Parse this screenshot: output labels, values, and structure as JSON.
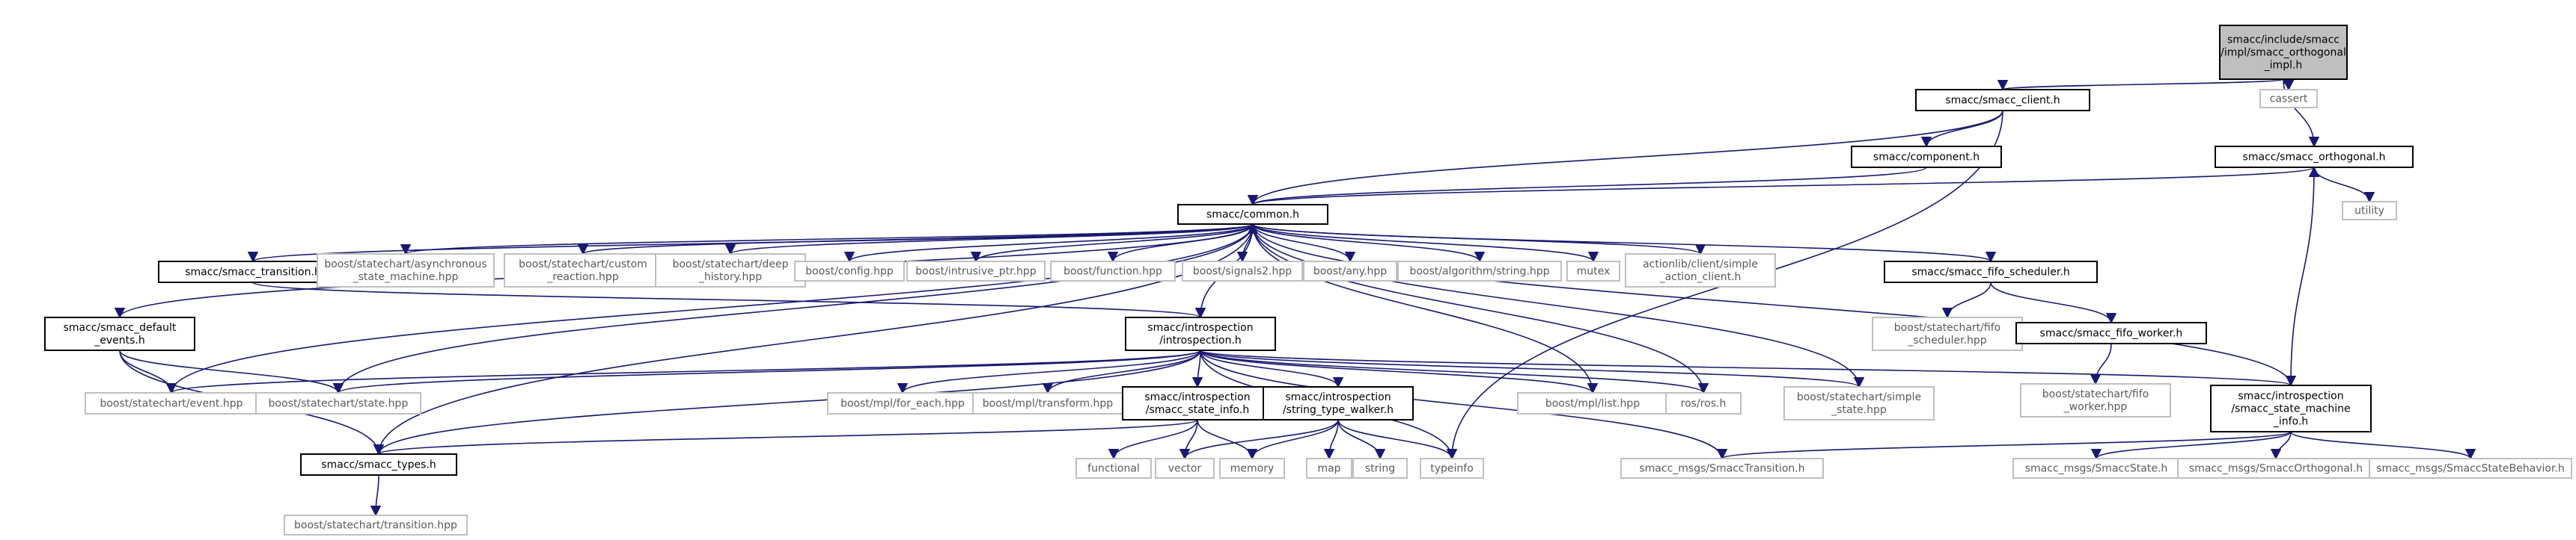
{
  "nodes": [
    {
      "id": "root",
      "lines": [
        "smacc/include/smacc",
        "/impl/smacc_orthogonal",
        "_impl.h"
      ],
      "style": "root"
    },
    {
      "id": "client",
      "lines": [
        "smacc/smacc_client.h"
      ],
      "style": "solid"
    },
    {
      "id": "cassert",
      "lines": [
        "cassert"
      ],
      "style": "gray"
    },
    {
      "id": "component",
      "lines": [
        "smacc/component.h"
      ],
      "style": "solid"
    },
    {
      "id": "orthogonal",
      "lines": [
        "smacc/smacc_orthogonal.h"
      ],
      "style": "solid"
    },
    {
      "id": "utility",
      "lines": [
        "utility"
      ],
      "style": "gray"
    },
    {
      "id": "common",
      "lines": [
        "smacc/common.h"
      ],
      "style": "solid"
    },
    {
      "id": "default_events",
      "lines": [
        "smacc/smacc_default",
        "_events.h"
      ],
      "style": "solid"
    },
    {
      "id": "transition",
      "lines": [
        "smacc/smacc_transition.h"
      ],
      "style": "solid"
    },
    {
      "id": "async_sm",
      "lines": [
        "boost/statechart/asynchronous",
        "_state_machine.hpp"
      ],
      "style": "gray"
    },
    {
      "id": "custom_reaction",
      "lines": [
        "boost/statechart/custom",
        "_reaction.hpp"
      ],
      "style": "gray"
    },
    {
      "id": "deep_history",
      "lines": [
        "boost/statechart/deep",
        "_history.hpp"
      ],
      "style": "gray"
    },
    {
      "id": "config",
      "lines": [
        "boost/config.hpp"
      ],
      "style": "gray"
    },
    {
      "id": "intrusive_ptr",
      "lines": [
        "boost/intrusive_ptr.hpp"
      ],
      "style": "gray"
    },
    {
      "id": "function",
      "lines": [
        "boost/function.hpp"
      ],
      "style": "gray"
    },
    {
      "id": "signals2",
      "lines": [
        "boost/signals2.hpp"
      ],
      "style": "gray"
    },
    {
      "id": "any",
      "lines": [
        "boost/any.hpp"
      ],
      "style": "gray"
    },
    {
      "id": "algorithm",
      "lines": [
        "boost/algorithm/string.hpp"
      ],
      "style": "gray"
    },
    {
      "id": "mutex",
      "lines": [
        "mutex"
      ],
      "style": "gray"
    },
    {
      "id": "actionlib",
      "lines": [
        "actionlib/client/simple",
        "_action_client.h"
      ],
      "style": "gray"
    },
    {
      "id": "fifo_scheduler",
      "lines": [
        "smacc/smacc_fifo_scheduler.h"
      ],
      "style": "solid"
    },
    {
      "id": "introspection",
      "lines": [
        "smacc/introspection",
        "/introspection.h"
      ],
      "style": "solid"
    },
    {
      "id": "bs_fifo_scheduler",
      "lines": [
        "boost/statechart/fifo",
        "_scheduler.hpp"
      ],
      "style": "gray"
    },
    {
      "id": "fifo_worker",
      "lines": [
        "smacc/smacc_fifo_worker.h"
      ],
      "style": "solid"
    },
    {
      "id": "event",
      "lines": [
        "boost/statechart/event.hpp"
      ],
      "style": "gray"
    },
    {
      "id": "state",
      "lines": [
        "boost/statechart/state.hpp"
      ],
      "style": "gray"
    },
    {
      "id": "for_each",
      "lines": [
        "boost/mpl/for_each.hpp"
      ],
      "style": "gray"
    },
    {
      "id": "mpl_transform",
      "lines": [
        "boost/mpl/transform.hpp"
      ],
      "style": "gray"
    },
    {
      "id": "state_info",
      "lines": [
        "smacc/introspection",
        "/smacc_state_info.h"
      ],
      "style": "solid"
    },
    {
      "id": "type_walker",
      "lines": [
        "smacc/introspection",
        "/string_type_walker.h"
      ],
      "style": "solid"
    },
    {
      "id": "mpl_list",
      "lines": [
        "boost/mpl/list.hpp"
      ],
      "style": "gray"
    },
    {
      "id": "ros",
      "lines": [
        "ros/ros.h"
      ],
      "style": "gray"
    },
    {
      "id": "simple_state",
      "lines": [
        "boost/statechart/simple",
        "_state.hpp"
      ],
      "style": "gray"
    },
    {
      "id": "sm_info",
      "lines": [
        "smacc/introspection",
        "/smacc_state_machine",
        "_info.h"
      ],
      "style": "solid"
    },
    {
      "id": "bs_fifo_worker",
      "lines": [
        "boost/statechart/fifo",
        "_worker.hpp"
      ],
      "style": "gray"
    },
    {
      "id": "smacc_types",
      "lines": [
        "smacc/smacc_types.h"
      ],
      "style": "solid"
    },
    {
      "id": "functional",
      "lines": [
        "functional"
      ],
      "style": "gray"
    },
    {
      "id": "vector",
      "lines": [
        "vector"
      ],
      "style": "gray"
    },
    {
      "id": "memory",
      "lines": [
        "memory"
      ],
      "style": "gray"
    },
    {
      "id": "map",
      "lines": [
        "map"
      ],
      "style": "gray"
    },
    {
      "id": "string",
      "lines": [
        "string"
      ],
      "style": "gray"
    },
    {
      "id": "typeinfo",
      "lines": [
        "typeinfo"
      ],
      "style": "gray"
    },
    {
      "id": "msg_transition",
      "lines": [
        "smacc_msgs/SmaccTransition.h"
      ],
      "style": "gray"
    },
    {
      "id": "msg_state",
      "lines": [
        "smacc_msgs/SmaccState.h"
      ],
      "style": "gray"
    },
    {
      "id": "msg_orthogonal",
      "lines": [
        "smacc_msgs/SmaccOrthogonal.h"
      ],
      "style": "gray"
    },
    {
      "id": "msg_state_behavior",
      "lines": [
        "smacc_msgs/SmaccStateBehavior.h"
      ],
      "style": "gray"
    },
    {
      "id": "bs_transition",
      "lines": [
        "boost/statechart/transition.hpp"
      ],
      "style": "gray"
    }
  ],
  "edges": [
    [
      "root",
      "client"
    ],
    [
      "root",
      "cassert"
    ],
    [
      "root",
      "orthogonal"
    ],
    [
      "client",
      "component"
    ],
    [
      "client",
      "common"
    ],
    [
      "client",
      "typeinfo"
    ],
    [
      "component",
      "common"
    ],
    [
      "orthogonal",
      "common"
    ],
    [
      "orthogonal",
      "utility"
    ],
    [
      "common",
      "default_events"
    ],
    [
      "common",
      "transition"
    ],
    [
      "common",
      "async_sm"
    ],
    [
      "common",
      "custom_reaction"
    ],
    [
      "common",
      "deep_history"
    ],
    [
      "common",
      "config"
    ],
    [
      "common",
      "intrusive_ptr"
    ],
    [
      "common",
      "function"
    ],
    [
      "common",
      "signals2"
    ],
    [
      "common",
      "any"
    ],
    [
      "common",
      "algorithm"
    ],
    [
      "common",
      "mutex"
    ],
    [
      "common",
      "actionlib"
    ],
    [
      "common",
      "fifo_scheduler"
    ],
    [
      "common",
      "introspection"
    ],
    [
      "common",
      "event"
    ],
    [
      "common",
      "state"
    ],
    [
      "common",
      "smacc_types"
    ],
    [
      "common",
      "mpl_list"
    ],
    [
      "common",
      "ros"
    ],
    [
      "common",
      "simple_state"
    ],
    [
      "default_events",
      "event"
    ],
    [
      "default_events",
      "state"
    ],
    [
      "default_events",
      "smacc_types"
    ],
    [
      "transition",
      "introspection"
    ],
    [
      "fifo_scheduler",
      "bs_fifo_scheduler"
    ],
    [
      "fifo_scheduler",
      "fifo_worker"
    ],
    [
      "fifo_worker",
      "bs_fifo_worker"
    ],
    [
      "introspection",
      "event"
    ],
    [
      "introspection",
      "state"
    ],
    [
      "introspection",
      "for_each"
    ],
    [
      "introspection",
      "mpl_transform"
    ],
    [
      "introspection",
      "state_info"
    ],
    [
      "introspection",
      "type_walker"
    ],
    [
      "introspection",
      "mpl_list"
    ],
    [
      "introspection",
      "ros"
    ],
    [
      "introspection",
      "simple_state"
    ],
    [
      "introspection",
      "sm_info"
    ],
    [
      "introspection",
      "typeinfo"
    ],
    [
      "introspection",
      "msg_transition"
    ],
    [
      "introspection",
      "smacc_types"
    ],
    [
      "state_info",
      "smacc_types"
    ],
    [
      "state_info",
      "functional"
    ],
    [
      "state_info",
      "vector"
    ],
    [
      "state_info",
      "memory"
    ],
    [
      "type_walker",
      "vector"
    ],
    [
      "type_walker",
      "memory"
    ],
    [
      "type_walker",
      "map"
    ],
    [
      "type_walker",
      "string"
    ],
    [
      "type_walker",
      "typeinfo"
    ],
    [
      "sm_info",
      "common"
    ],
    [
      "sm_info",
      "orthogonal"
    ],
    [
      "sm_info",
      "msg_transition"
    ],
    [
      "sm_info",
      "msg_state"
    ],
    [
      "sm_info",
      "msg_orthogonal"
    ],
    [
      "sm_info",
      "msg_state_behavior"
    ],
    [
      "smacc_types",
      "bs_transition"
    ]
  ]
}
